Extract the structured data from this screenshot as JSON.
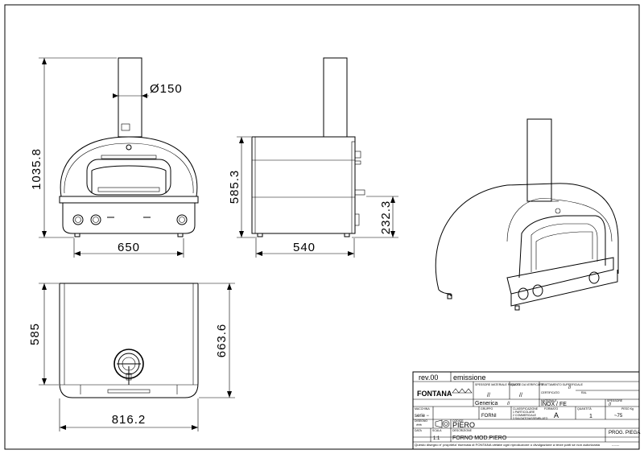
{
  "dimensions": {
    "front_height": "1035.8",
    "pipe_diameter": "Ø150",
    "front_width": "650",
    "side_height": "585.3",
    "side_door_height": "232.3",
    "side_width": "540",
    "top_depth": "585",
    "top_depth_total": "663.6",
    "top_width": "816.2"
  },
  "title_block": {
    "rev": "rev.00",
    "emissione": "emissione",
    "brand": "FONTANA",
    "lbl_spessore": "SPESSORE MATERIALE PIEGATO",
    "lbl_quote": "QUOTE DA VERIFICARE",
    "lbl_trattamento": "TRATTAMENTO SUPERFICIALE",
    "val_trattamento": "//",
    "val_spessore": "//",
    "val_quote": "//",
    "lbl_cert": "CERTIFICATO",
    "lbl_ral": "RAL",
    "generica": "Generica",
    "generica_val": "//",
    "lbl_materiale": "MATERIALE",
    "materiale": "INOX / FE",
    "lbl_spessore2": "SPESSORE",
    "spessore2": "//",
    "lbl_macchina": "MACCHINA",
    "serie": "serie",
    "serie_val": "**",
    "lbl_gruppo": "GRUPPO",
    "gruppo": "FORNI",
    "lbl_class": "CLASSIFICAZIONE",
    "class1": "1 PARTICOLARE",
    "class2": "2 COMMERCIALE",
    "class3": "3 SALDATO/ASSEMBLATO",
    "lbl_formato": "FORMATO",
    "formato": "A",
    "lbl_quantita": "QUANTITÀ",
    "quantita": "1",
    "lbl_peso": "PESO Kg",
    "peso": "~75",
    "lbl_disegno": "DISEGNO",
    "disegno": "***",
    "lbl_codice": "CODICE",
    "codice": "PIERO",
    "lbl_data": "DATA",
    "lbl_scala": "SCALA",
    "scala": "1:1",
    "lbl_descr": "DESCRIZIONE",
    "descrizione": "FORNO MOD.PIERO",
    "prog_pieghe": "PROG. PIEGA",
    "disclaimer": "Questo disegno e' proprieta' riservata di FONTANA vietate ogni riproduzione o divulgazione a terze parti se non autorizzata",
    "prog_val": "--------"
  }
}
